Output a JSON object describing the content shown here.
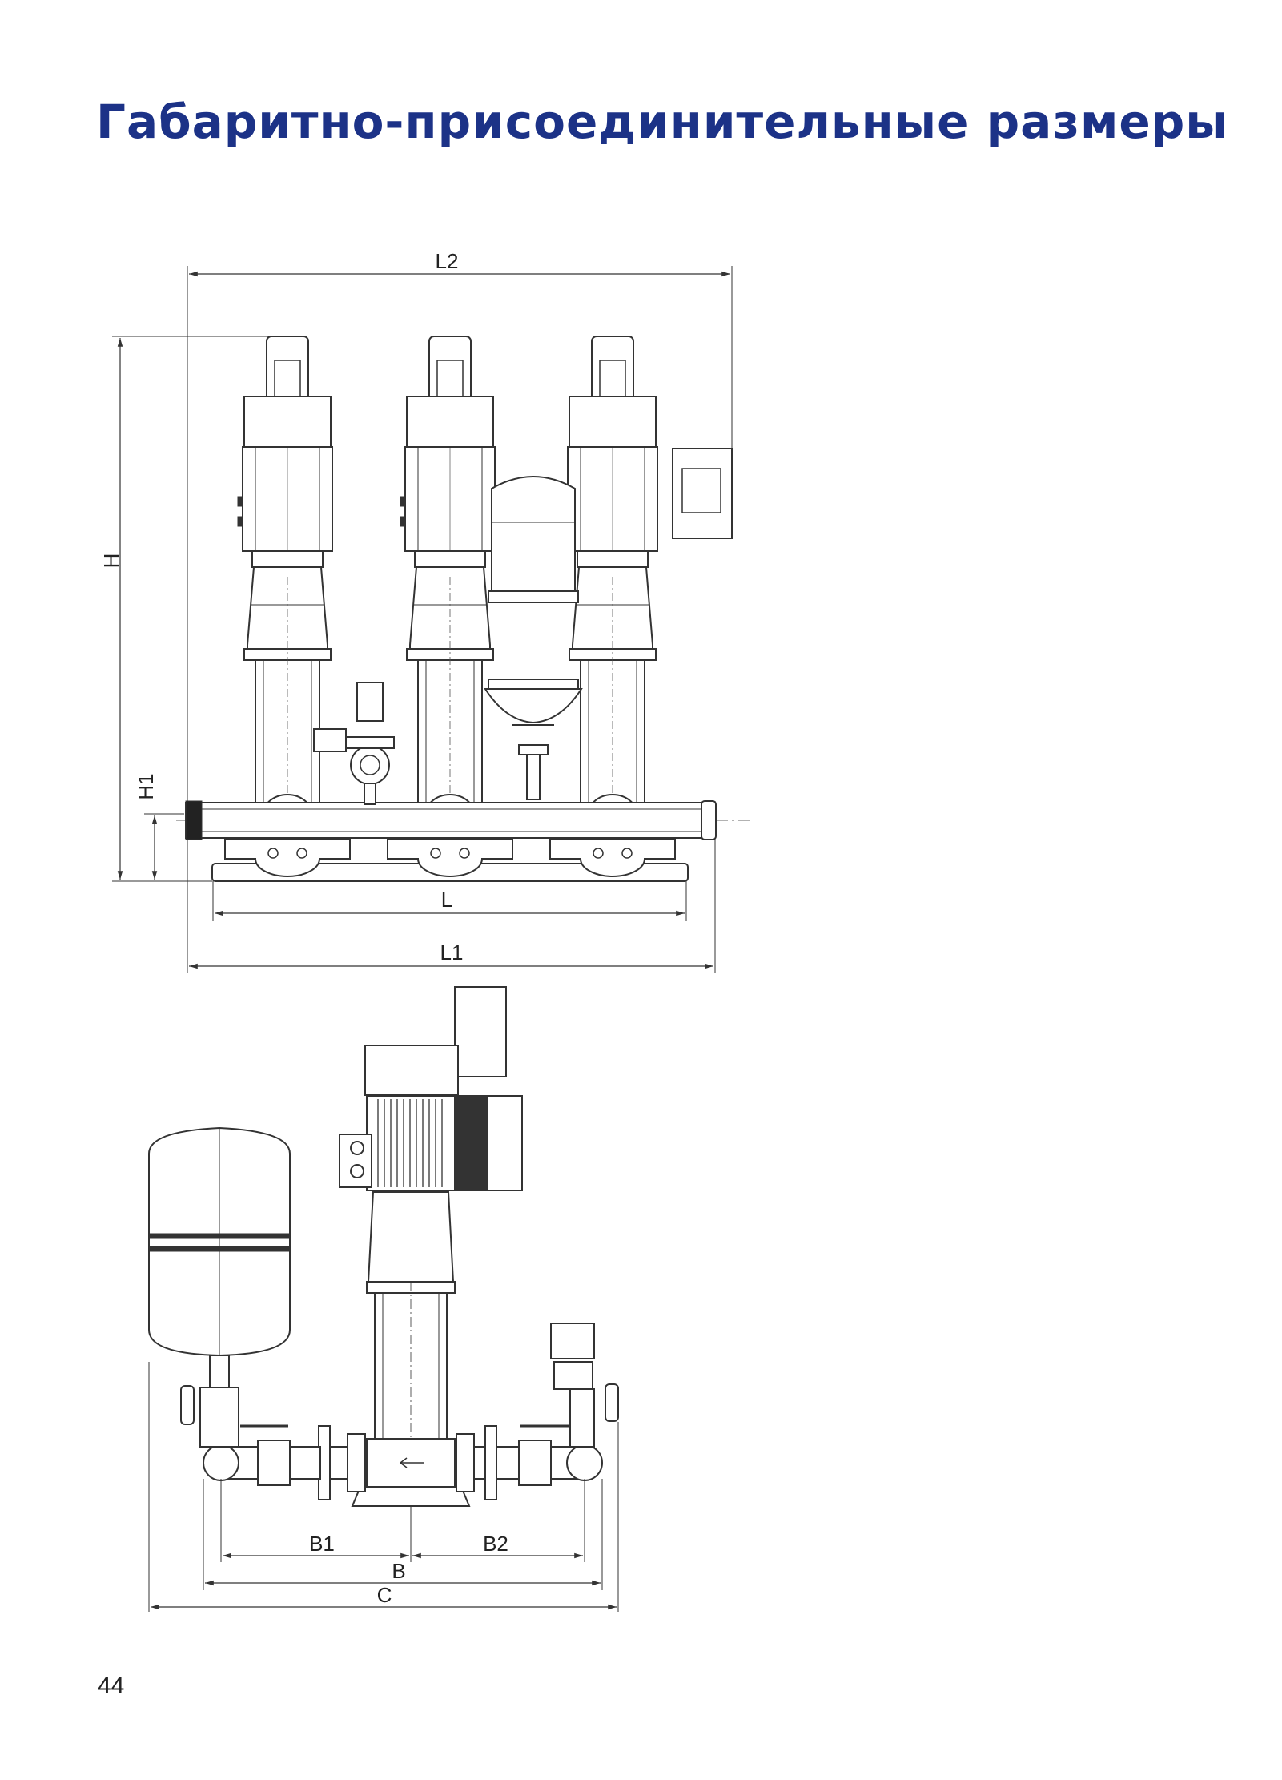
{
  "page": {
    "title": "Габаритно-присоединительные размеры",
    "title_color": "#1c3287",
    "line_color": "#333333",
    "page_number": "44"
  },
  "front_view": {
    "dimensions": {
      "L2": "L2",
      "H": "H",
      "H1": "H1",
      "L": "L",
      "L1": "L1"
    }
  },
  "side_view": {
    "dimensions": {
      "B1": "B1",
      "B2": "B2",
      "B": "B",
      "C": "C"
    }
  }
}
